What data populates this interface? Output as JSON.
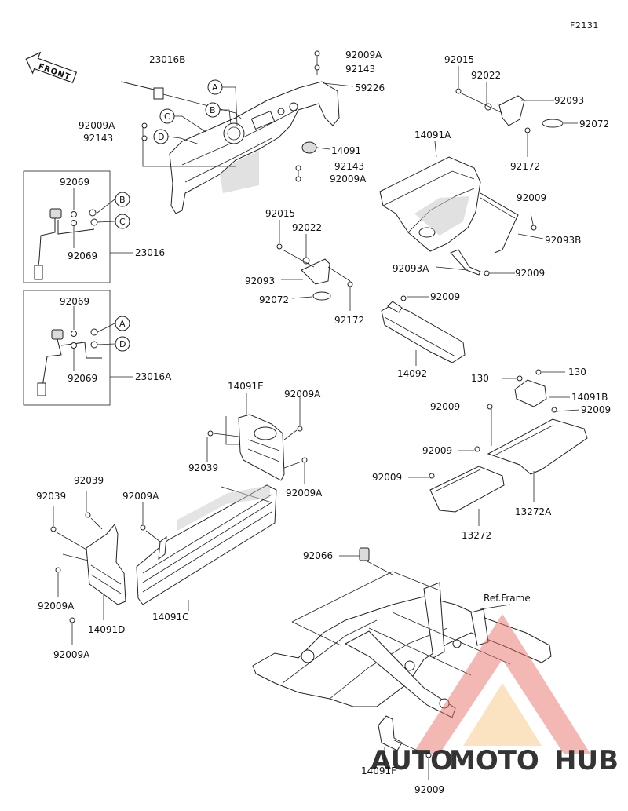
{
  "figure_code": "F2131",
  "front_label": "FRONT",
  "ref_frame": "Ref.Frame",
  "watermark": {
    "part1": "AUTO",
    "part2": "MOTO",
    "part3": "HUB"
  },
  "colors": {
    "watermark_red": "#e8726c",
    "watermark_orange": "#f3b45b",
    "watermark_gray": "#6d6d6d",
    "line": "#222222"
  },
  "labels": {
    "p23016B": "23016B",
    "p92009A_1": "92009A",
    "p92143_1": "92143",
    "p59226": "59226",
    "p92009A_2": "92009A",
    "p92143_2": "92143",
    "p14091": "14091",
    "p92143_3": "92143",
    "p92009A_3": "92009A",
    "p92069_1": "92069",
    "p92069_2": "92069",
    "p23016": "23016",
    "p92069_3": "92069",
    "p92069_4": "92069",
    "p23016A": "23016A",
    "p92015_1": "92015",
    "p92022_1": "92022",
    "p92093_1": "92093",
    "p92072_1": "92072",
    "p92172_1": "92172",
    "p14091A": "14091A",
    "p92009_1": "92009",
    "p92093B": "92093B",
    "p92093A": "92093A",
    "p92009_2": "92009",
    "p92015_2": "92015",
    "p92022_2": "92022",
    "p92093_2": "92093",
    "p92072_2": "92072",
    "p92172_2": "92172",
    "p92009_3": "92009",
    "p14092": "14092",
    "p130_1": "130",
    "p130_2": "130",
    "p14091B": "14091B",
    "p92009_4": "92009",
    "p92009_5": "92009",
    "p92009_6": "92009",
    "p92009_7": "92009",
    "p13272": "13272",
    "p13272A": "13272A",
    "p14091E": "14091E",
    "p92009A_4": "92009A",
    "p92039_1": "92039",
    "p92009A_5": "92009A",
    "p92039_2": "92039",
    "p92039_3": "92039",
    "p92009A_6": "92009A",
    "p92009A_7": "92009A",
    "p14091D": "14091D",
    "p14091C": "14091C",
    "p92009A_8": "92009A",
    "p92066": "92066",
    "p14091F": "14091F",
    "p92009_8": "92009"
  },
  "circle_refs": {
    "a1": "A",
    "b1": "B",
    "c1": "C",
    "d1": "D",
    "b2": "B",
    "c2": "C",
    "a2": "A",
    "d2": "D"
  }
}
